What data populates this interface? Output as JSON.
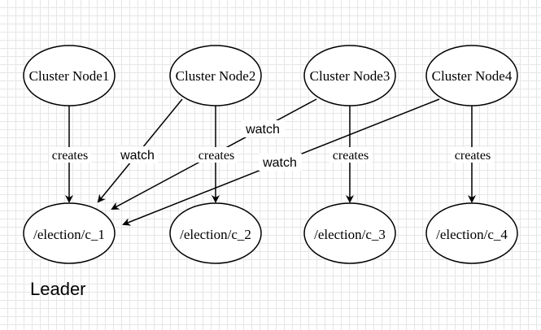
{
  "diagram": {
    "nodes": [
      {
        "id": "node1",
        "label": "Cluster Node1"
      },
      {
        "id": "node2",
        "label": "Cluster Node2"
      },
      {
        "id": "node3",
        "label": "Cluster Node3"
      },
      {
        "id": "node4",
        "label": "Cluster Node4"
      }
    ],
    "znodes": [
      {
        "id": "c1",
        "label": "/election/c_1"
      },
      {
        "id": "c2",
        "label": "/election/c_2"
      },
      {
        "id": "c3",
        "label": "/election/c_3"
      },
      {
        "id": "c4",
        "label": "/election/c_4"
      }
    ],
    "edges": [
      {
        "from": "node1",
        "to": "c1",
        "label": "creates"
      },
      {
        "from": "node2",
        "to": "c2",
        "label": "creates"
      },
      {
        "from": "node3",
        "to": "c3",
        "label": "creates"
      },
      {
        "from": "node4",
        "to": "c4",
        "label": "creates"
      },
      {
        "from": "node2",
        "to": "c1",
        "label": "watch"
      },
      {
        "from": "node3",
        "to": "c1",
        "label": "watch"
      },
      {
        "from": "node4",
        "to": "c1",
        "label": "watch"
      }
    ],
    "leader_label": "Leader",
    "colors": {
      "stroke": "#000000",
      "fill": "#ffffff",
      "grid": "#e6e6e6"
    }
  }
}
